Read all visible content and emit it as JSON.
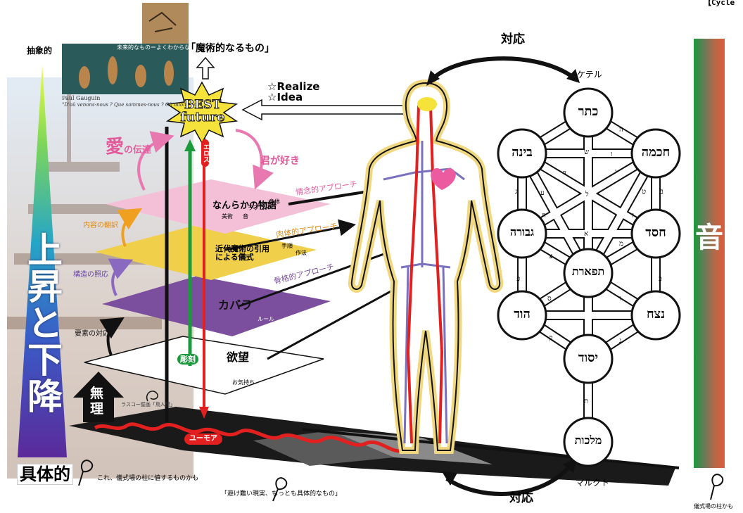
{
  "corner_label": "【Cycle",
  "top_left": {
    "abstract": "抽象的",
    "concrete": "具体的",
    "vertical": [
      "上",
      "昇",
      "と",
      "下",
      "降"
    ]
  },
  "painting": {
    "title_line": "未来的なもの＝よくわからないもの",
    "caption_artist": "Paul Gauguin",
    "caption_title": "\"D'où venons-nous ? Que sommes-nous ? Où allons-nous ?\""
  },
  "magic_quote": "「魔術的なるもの」",
  "best_future": {
    "line1": "BEST",
    "line2": "future"
  },
  "realize": {
    "line1": "☆Realize",
    "line2": "☆Idea"
  },
  "love_transmission": {
    "ai": "愛",
    "rest": "の伝達"
  },
  "kimi_ga_suki": "君が好き",
  "emotional_approach": "情念的アプローチ",
  "physical_approach": "肉体的アプローチ",
  "skeletal_approach": "骨格的アプローチ",
  "layer_pink": {
    "title": "なんらかの物語",
    "sub1": "身体",
    "sub2": "ラブコメ",
    "sub3": "美術",
    "sub4": "音"
  },
  "layer_yellow": {
    "title1": "近代魔術の引用",
    "title2": "による儀式",
    "sub1": "手順",
    "sub2": "作法"
  },
  "layer_purple": {
    "title": "カバラ",
    "sub": "ルール"
  },
  "layer_white": {
    "title": "欲望",
    "sub": "お気持ち"
  },
  "left_labels": {
    "content": "内容の翻訳",
    "structure": "構造の照応",
    "element": "要素の対応"
  },
  "muri": [
    "無",
    "理"
  ],
  "sculpture": "彫刻",
  "lascaux": "ラスコー壁画「鳥人間」",
  "humor": "ユーモア",
  "erotic": "エロス",
  "bottom_note1": "これ、儀式場の柱に値するものかも",
  "bottom_note2": "「避け難い現実、もっとも具体的なもの」",
  "right_note": "儀式場の柱かも",
  "taiou_top": "対応",
  "taiou_bottom": "対応",
  "keter_label": "ケテル",
  "malkuth_label": "マルクト",
  "on_label": "音",
  "sephirot": {
    "keter": "כתר",
    "binah": "בינה",
    "chokmah": "חכמה",
    "geburah": "גבורה",
    "chesed": "חסד",
    "tiphareth": "תפארת",
    "hod": "הוד",
    "netzach": "נצח",
    "yesod": "יסוד",
    "malkuth": "מלכות"
  },
  "paths": [
    "ה",
    "ו",
    "ב",
    "ש",
    "ד",
    "ג",
    "ט",
    "י",
    "ע",
    "ח",
    "ז",
    "ל",
    "א",
    "מ",
    "צ",
    "פ",
    "כ",
    "ס",
    "נ",
    "ר",
    "ק",
    "ת"
  ],
  "colors": {
    "pink": "#f4c0d8",
    "yellow": "#f0d04a",
    "purple": "#7b4f9e",
    "red": "#e32020",
    "green": "#1a9a3a",
    "gold": "#f5e23a"
  }
}
